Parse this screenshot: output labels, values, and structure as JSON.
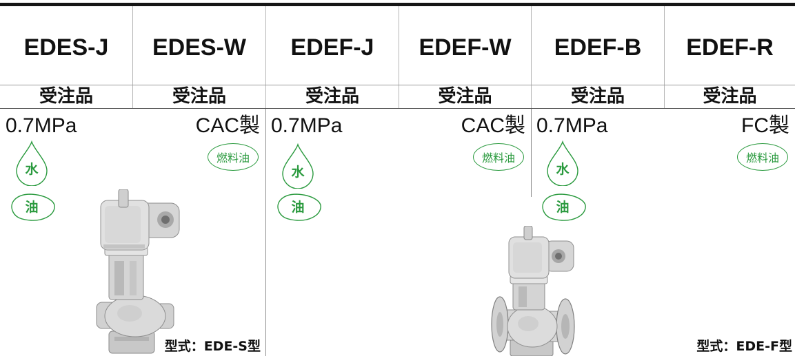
{
  "header": {
    "columns": [
      {
        "model": "EDES-J",
        "status": "受注品"
      },
      {
        "model": "EDES-W",
        "status": "受注品"
      },
      {
        "model": "EDEF-J",
        "status": "受注品"
      },
      {
        "model": "EDEF-W",
        "status": "受注品"
      },
      {
        "model": "EDEF-B",
        "status": "受注品"
      },
      {
        "model": "EDEF-R",
        "status": "受注品"
      }
    ]
  },
  "panels": [
    {
      "pressure": "0.7MPa",
      "material": "CAC製",
      "fluid_water": "水",
      "fluid_oil": "油",
      "fuel_badge": "燃料油",
      "model_caption": "型式：EDE-S型"
    },
    {
      "pressure": "0.7MPa",
      "material": "CAC製",
      "fluid_water": "水",
      "fluid_oil": "油",
      "fuel_badge": "燃料油"
    },
    {
      "pressure": "0.7MPa",
      "material": "FC製",
      "fluid_water": "水",
      "fluid_oil": "油",
      "fuel_badge": "燃料油",
      "model_caption": "型式：EDE-F型"
    }
  ],
  "colors": {
    "accent": "#2a9a3e",
    "text": "#111111",
    "rule": "#161616",
    "hdiv": "#b4b4b4",
    "pdiv": "#8c8c8c"
  },
  "icons": {
    "water": "water-drop-icon",
    "oil": "oil-icon",
    "fuel": "fuel-oil-badge",
    "valve_s": "valve-ede-s-image",
    "valve_f": "valve-ede-f-image"
  }
}
